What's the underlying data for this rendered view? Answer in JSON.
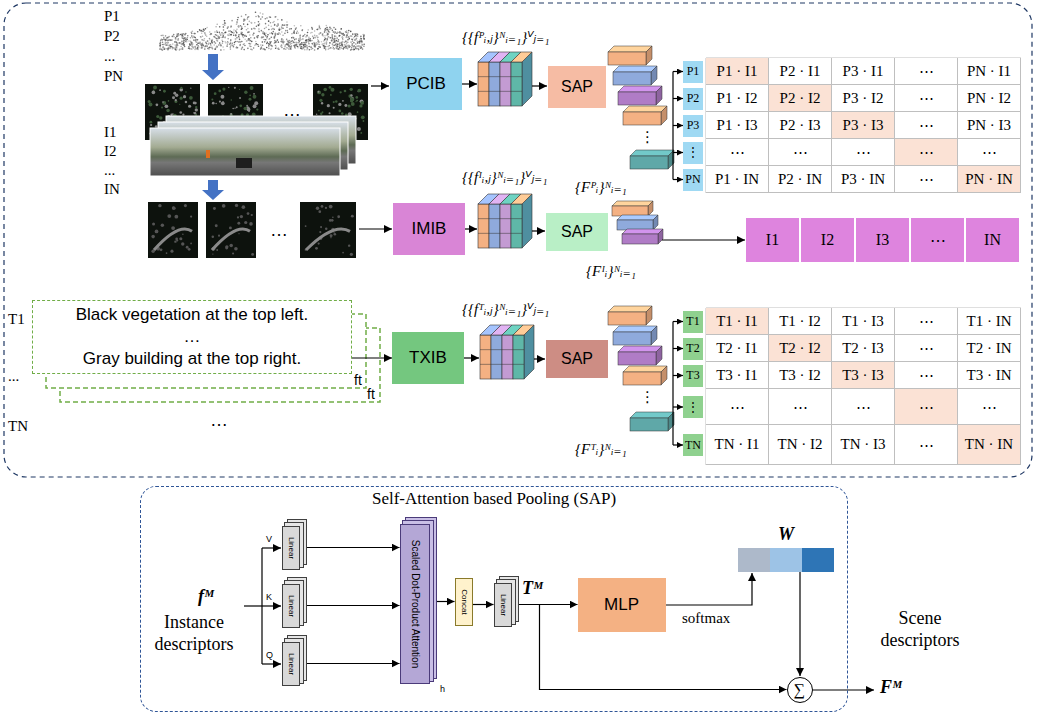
{
  "diagram": {
    "nodes": [
      {
        "text": [
          "PCIB"
        ]
      },
      {
        "text": [
          "IMIB"
        ]
      },
      {
        "text": [
          "TXIB"
        ]
      },
      {
        "text": [
          "SAP"
        ]
      },
      {
        "text": [
          "SAP"
        ]
      },
      {
        "text": [
          "SAP"
        ]
      },
      {
        "text": [
          "Black vegetation at the top left.",
          "…",
          "Gray building at the top right."
        ]
      },
      {
        "text": [
          "P1"
        ]
      },
      {
        "text": [
          "P2"
        ]
      },
      {
        "text": [
          "P3"
        ]
      },
      {
        "text": [
          "⋮"
        ]
      },
      {
        "text": [
          "PN"
        ]
      },
      {
        "text": [
          "T1"
        ]
      },
      {
        "text": [
          "T2"
        ]
      },
      {
        "text": [
          "T3"
        ]
      },
      {
        "text": [
          "⋮"
        ]
      },
      {
        "text": [
          "TN"
        ]
      },
      {
        "text": [
          "Self-Attention based Pooling (SAP)"
        ]
      },
      {
        "text": [
          "Linear"
        ],
        "in": 17
      },
      {
        "text": [
          "Linear"
        ],
        "in": 17
      },
      {
        "text": [
          "Linear"
        ],
        "in": 17
      },
      {
        "text": [
          "Scaled Dot-Product Attention"
        ],
        "in": 17
      },
      {
        "text": [
          "Concat"
        ],
        "in": 17
      },
      {
        "text": [
          "Linear"
        ],
        "in": 17
      },
      {
        "text": [
          "MLP"
        ],
        "in": 17
      },
      {
        "text": [
          "∑"
        ],
        "in": 17
      }
    ],
    "edges": [
      {
        "from": 6,
        "to": 2,
        "arrow": "to"
      },
      {
        "from": 18,
        "to": 21,
        "arrow": "to"
      },
      {
        "from": 19,
        "to": 21,
        "arrow": "to"
      },
      {
        "from": 20,
        "to": 21,
        "arrow": "to"
      },
      {
        "from": 21,
        "to": 22,
        "arrow": "to"
      },
      {
        "from": 22,
        "to": 23,
        "arrow": "to"
      },
      {
        "from": 23,
        "to": 24,
        "arrow": "to"
      },
      {
        "from": 23,
        "to": 25,
        "arrow": "to"
      }
    ],
    "labels": [
      "P1",
      "P2",
      "...",
      "PN",
      "…",
      "{{fᴾᵢ,ⱼ}ᴺᵢ₌₁}ⱽⱼ₌₁",
      "{Fᴾᵢ}ᴺᵢ₌₁",
      "⋮",
      "P1 · I1",
      "P2 · I1",
      "P3 · I1",
      "⋯",
      "PN · I1",
      "P1 · I2",
      "P2 · I2",
      "P3 · I2",
      "⋯",
      "PN · I2",
      "P1 · I3",
      "P2 · I3",
      "P3 · I3",
      "⋯",
      "PN · I3",
      "⋯",
      "⋯",
      "⋯",
      "⋯",
      "⋯",
      "P1 · IN",
      "P2 · IN",
      "P3 · IN",
      "⋯",
      "PN · IN",
      "I1",
      "I2",
      "...",
      "IN",
      "…",
      "{{fᴵᵢ,ⱼ}ᴺᵢ₌₁}ⱽⱼ₌₁",
      "{Fᴵᵢ}ᴺᵢ₌₁",
      "I1",
      "I2",
      "I3",
      "⋯",
      "IN",
      "T1",
      "...",
      "TN",
      "ft",
      "ft",
      "…",
      "{{fᵀᵢ,ⱼ}ᴺᵢ₌₁}ⱽⱼ₌₁",
      "{Fᵀᵢ}ᴺᵢ₌₁",
      "⋮",
      "T1 · I1",
      "T1 · I2",
      "T1 · I3",
      "⋯",
      "T1 · IN",
      "T2 · I1",
      "T2 · I2",
      "T2 · I3",
      "⋯",
      "T2 · IN",
      "T3 · I1",
      "T3 · I2",
      "T3 · I3",
      "⋯",
      "T3 · IN",
      "⋯",
      "⋯",
      "⋯",
      "⋯",
      "⋯",
      "TN · I1",
      "TN · I2",
      "TN · I3",
      "⋯",
      "TN · IN",
      "fᴹ",
      "Instance descriptors",
      "V",
      "K",
      "Q",
      "h",
      "Tᴹ",
      "softmax",
      "W",
      "Fᴹ",
      "Scene descriptors"
    ]
  }
}
